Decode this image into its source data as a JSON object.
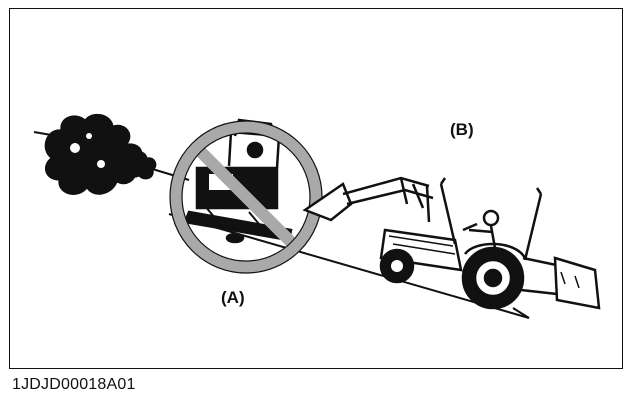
{
  "labels": {
    "a": "(A)",
    "b": "(B)"
  },
  "figure_id": "1JDJD00018A01",
  "prohibition_color": "#a9a9a9",
  "icons": [
    "overturned-tractor-icon",
    "prohibition-sign-icon",
    "dust-cloud-icon",
    "tractor-loader-on-slope-icon"
  ]
}
